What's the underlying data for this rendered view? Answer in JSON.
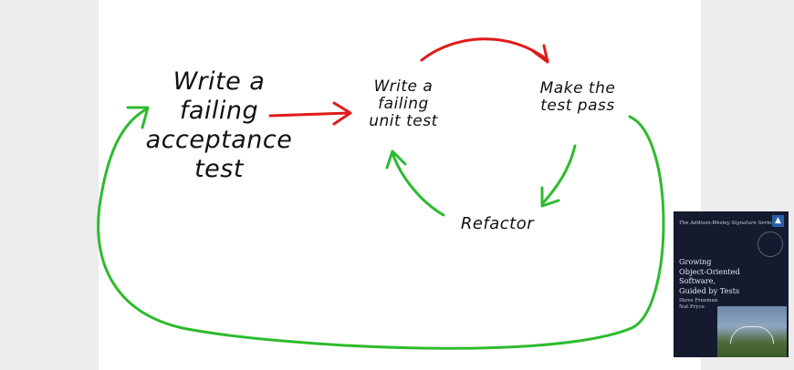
{
  "diagram": {
    "nodes": [
      {
        "id": "acceptance",
        "lines": [
          "Write a",
          "failing",
          "acceptance",
          "test"
        ]
      },
      {
        "id": "unit",
        "lines": [
          "Write a",
          "failing",
          "unit test"
        ]
      },
      {
        "id": "pass",
        "lines": [
          "Make the",
          "test pass"
        ]
      },
      {
        "id": "refactor",
        "lines": [
          "Refactor"
        ]
      }
    ],
    "edges": [
      {
        "from": "acceptance",
        "to": "unit",
        "color": "#e01b1b"
      },
      {
        "from": "unit",
        "to": "pass",
        "color": "#e01b1b"
      },
      {
        "from": "pass",
        "to": "refactor",
        "color": "#2dbb2d"
      },
      {
        "from": "refactor",
        "to": "unit",
        "color": "#2dbb2d"
      },
      {
        "from": "pass",
        "to": "acceptance",
        "color": "#2dbb2d"
      }
    ]
  },
  "book": {
    "series": "The Addison-Wesley Signature Series",
    "title_lines": [
      "Growing",
      "Object-Oriented",
      "Software,",
      "Guided by Tests"
    ],
    "authors": [
      "Steve Freeman",
      "Nat Pryce"
    ]
  },
  "colors": {
    "red_arrow": "#e01b1b",
    "green_arrow": "#2dbb2d",
    "board": "#ffffff",
    "margin": "#ececec",
    "book_cover": "#151a2e"
  }
}
